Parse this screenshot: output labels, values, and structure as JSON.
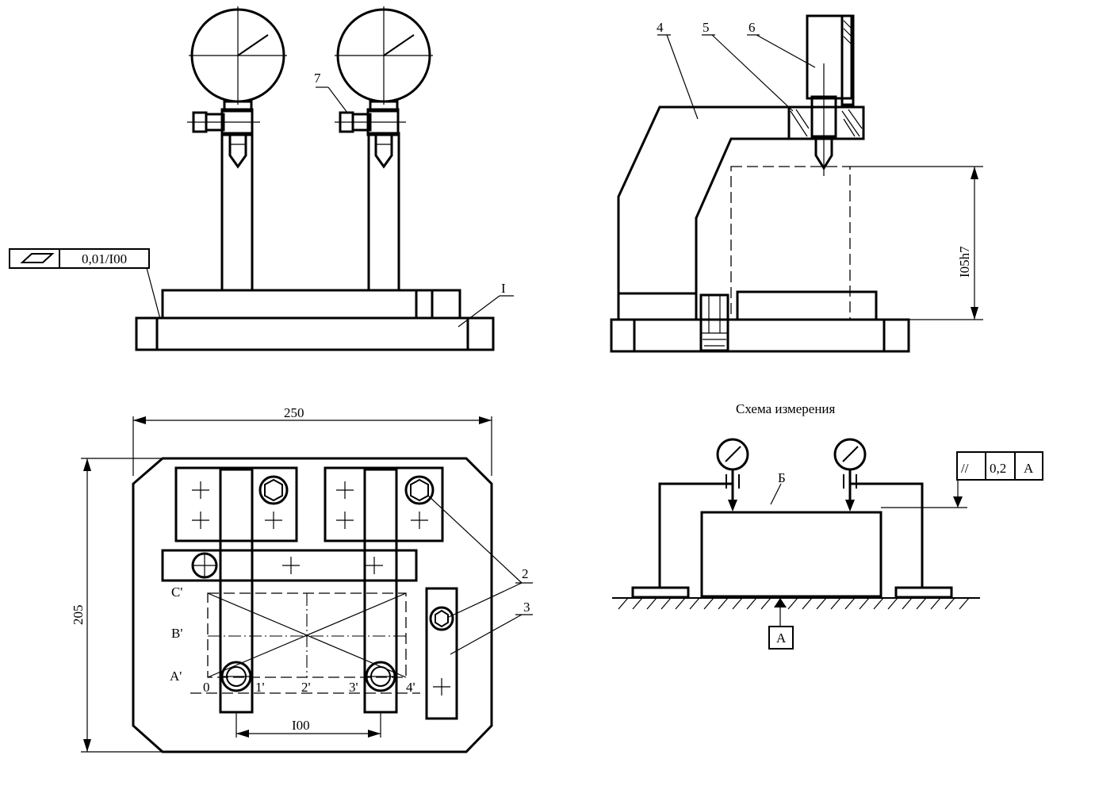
{
  "callouts": {
    "c1": "I",
    "c2": "2",
    "c3": "3",
    "c4": "4",
    "c5": "5",
    "c6": "6",
    "c7": "7"
  },
  "tolerances": {
    "flatness_value": "0,01/I00",
    "parallel_symbol": "//",
    "parallel_value": "0,2",
    "parallel_datum": "A"
  },
  "dimensions": {
    "height": "I05h7",
    "width": "250",
    "depth": "205",
    "pitch": "I00"
  },
  "plan_labels": {
    "row_c": "C'",
    "row_b": "B'",
    "row_a": "A'",
    "col_0": "0",
    "col_1": "1'",
    "col_2": "2'",
    "col_3": "3'",
    "col_4": "4'"
  },
  "scheme": {
    "title": "Схема измерения",
    "surface_label": "Б",
    "datum_label": "A"
  }
}
